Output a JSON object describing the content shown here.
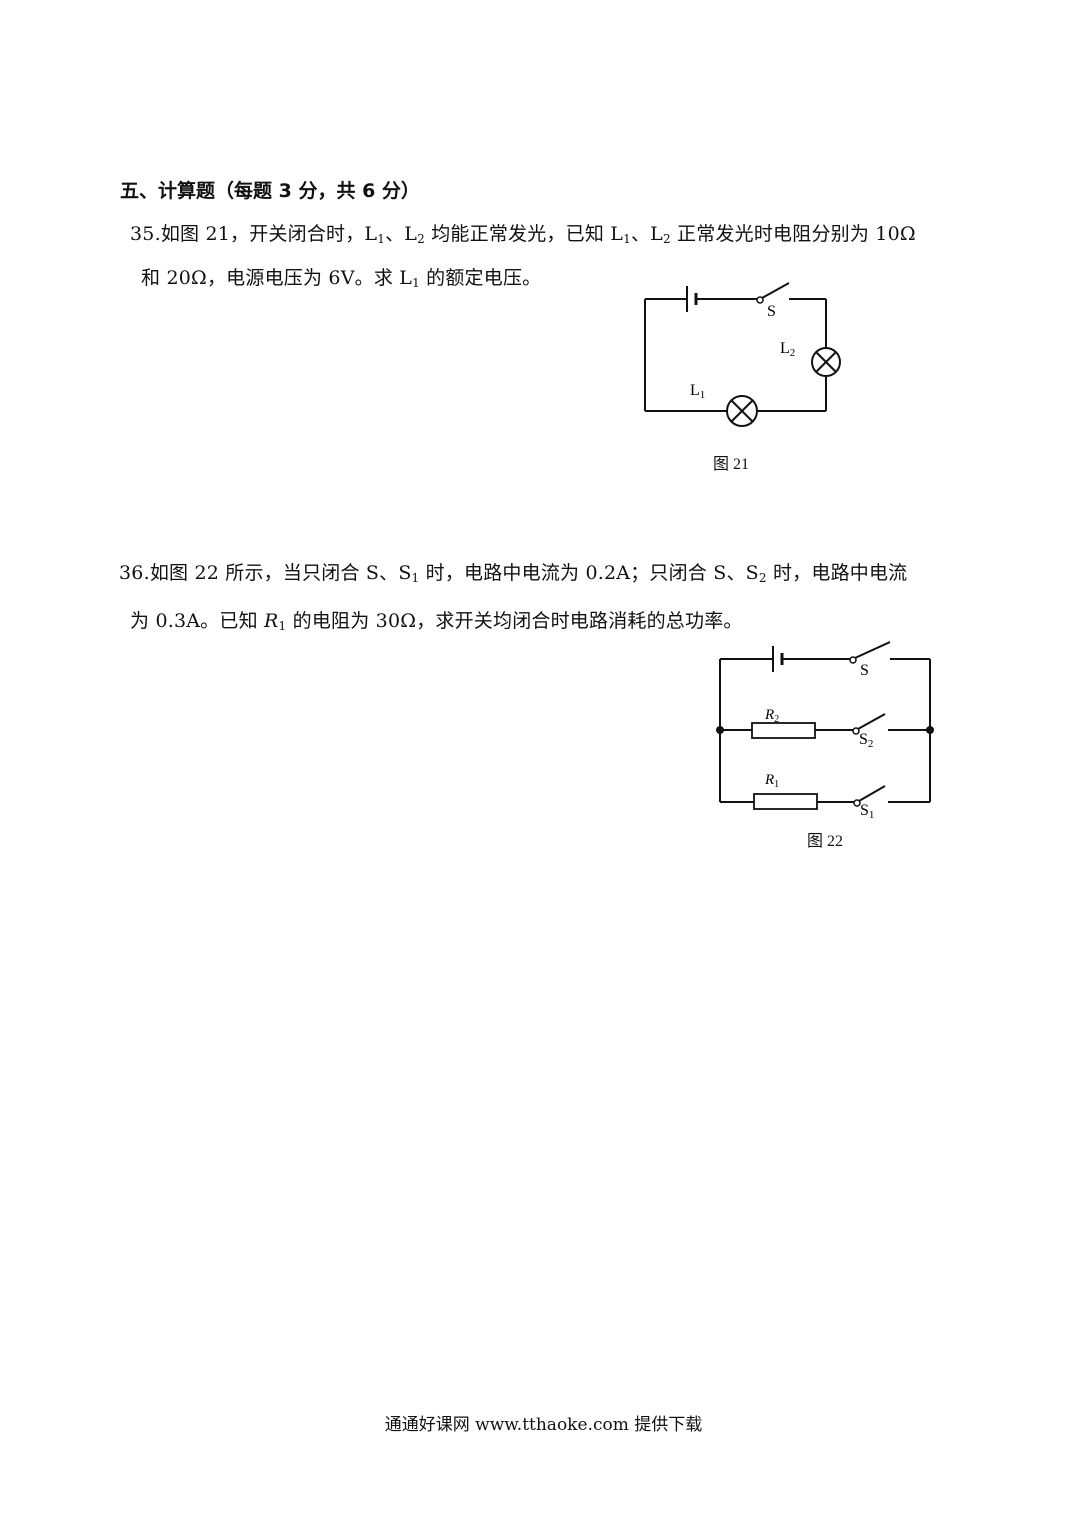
{
  "section": {
    "title": "五、计算题（每题 3 分，共 6 分）"
  },
  "q35": {
    "line1_a": "35.如图 21，开关闭合时，L",
    "line1_b": "1",
    "line1_c": "、L",
    "line1_d": "2",
    "line1_e": " 均能正常发光，已知 L",
    "line1_f": "1",
    "line1_g": "、L",
    "line1_h": "2",
    "line1_i": " 正常发光时电阻分别为 10Ω",
    "line2_a": "和 20Ω，电源电压为 6V。求 L",
    "line2_b": "1",
    "line2_c": " 的额定电压。",
    "figure": {
      "switch_label": "S",
      "lamp2_label_main": "L",
      "lamp2_label_sub": "2",
      "lamp1_label_main": "L",
      "lamp1_label_sub": "1",
      "caption": "图 21"
    }
  },
  "q36": {
    "line1_a": "36.如图 22 所示，当只闭合 S、S",
    "line1_b": "1",
    "line1_c": " 时，电路中电流为 0.2A；只闭合 S、S",
    "line1_d": "2",
    "line1_e": " 时，电路中电流",
    "line2_a": "为 0.3A。已知 ",
    "line2_b": "R",
    "line2_c": "1",
    "line2_d": " 的电阻为 30Ω，求开关均闭合时电路消耗的总功率。",
    "figure": {
      "switch_s_label": "S",
      "r2_label_main": "R",
      "r2_label_sub": "2",
      "s2_label_main": "S",
      "s2_label_sub": "2",
      "r1_label_main": "R",
      "r1_label_sub": "1",
      "s1_label_main": "S",
      "s1_label_sub": "1",
      "caption": "图 22"
    }
  },
  "footer": {
    "text": "通通好课网  www.tthaoke.com  提供下载"
  }
}
